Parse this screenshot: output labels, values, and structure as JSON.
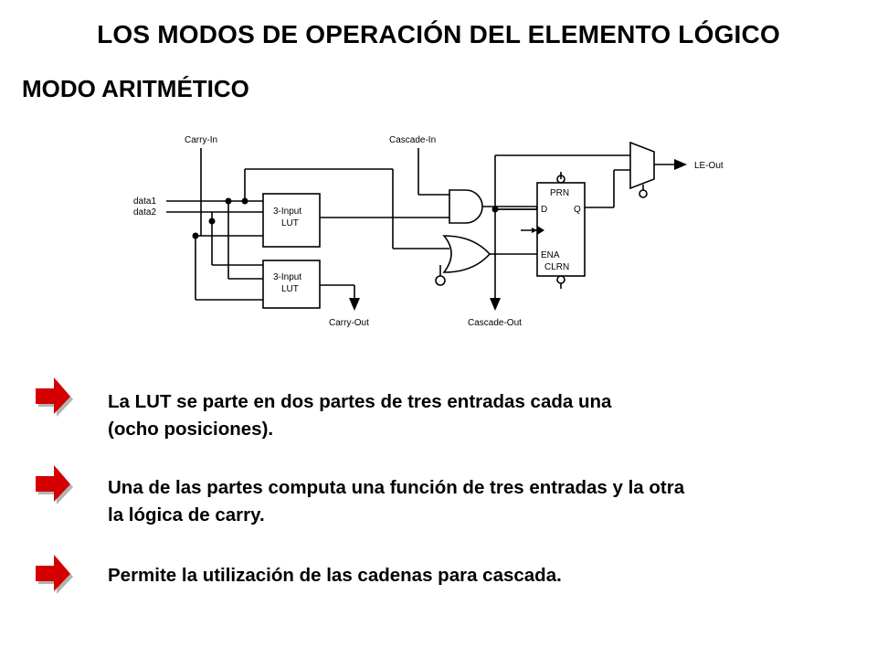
{
  "slide": {
    "title": "LOS MODOS DE OPERACIÓN DEL ELEMENTO LÓGICO",
    "subtitle": "MODO ARITMÉTICO"
  },
  "diagram": {
    "carry_in": "Carry-In",
    "cascade_in": "Cascade-In",
    "le_out": "LE-Out",
    "data1": "data1",
    "data2": "data2",
    "lut_top_line1": "3-Input",
    "lut_top_line2": "LUT",
    "lut_bottom_line1": "3-Input",
    "lut_bottom_line2": "LUT",
    "ff_prn": "PRN",
    "ff_d": "D",
    "ff_q": "Q",
    "ff_ena": "ENA",
    "ff_clrn": "CLRN",
    "carry_out": "Carry-Out",
    "cascade_out": "Cascade-Out"
  },
  "bullets": [
    {
      "line1": "La LUT se parte en dos partes de tres entradas cada una",
      "line2": "(ocho posiciones)."
    },
    {
      "line1": "Una de las partes computa una función de tres entradas y la otra",
      "line2": "la lógica de carry."
    },
    {
      "line1": "Permite la utilización de las cadenas para cascada.",
      "line2": ""
    }
  ],
  "colors": {
    "arrow_red": "#d40000",
    "arrow_shadow": "#b3b3b3"
  },
  "icons": {
    "bullet": "red-arrow-icon"
  }
}
